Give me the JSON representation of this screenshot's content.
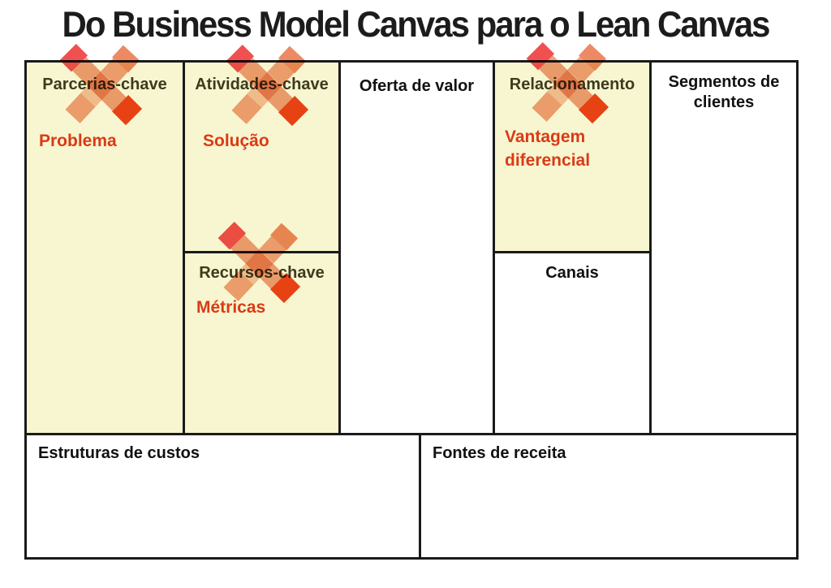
{
  "title": "Do Business Model Canvas para o Lean Canvas",
  "colors": {
    "page-bg": "#ffffff",
    "canvas-yellow": "#f8f6d0",
    "canvas-white": "#ffffff",
    "border-dark": "#1a1a1a",
    "bmc-olive": "#3c3b1e",
    "bmc-black": "#111111",
    "lean-red": "#da3a16",
    "x-salmon": "#f1a283",
    "x-salmon-light": "#f6c3a8",
    "x-orange-red": "#ee4418",
    "x-pink-red": "#f15050"
  },
  "cells": {
    "parcerias": {
      "bmc_label": "Parcerias-chave",
      "lean_label": "Problema"
    },
    "atividades": {
      "bmc_label": "Atividades-chave",
      "lean_label": "Solução"
    },
    "recursos": {
      "bmc_label": "Recursos-chave",
      "lean_label": "Métricas"
    },
    "oferta": {
      "bmc_label": "Oferta de valor"
    },
    "relacionamento": {
      "bmc_label": "Relacionamento",
      "lean_label": "Vantagem diferencial"
    },
    "canais": {
      "bmc_label": "Canais"
    },
    "segmentos": {
      "bmc_label": "Segmentos de clientes"
    },
    "custos": {
      "bmc_label": "Estruturas de custos"
    },
    "receita": {
      "bmc_label": "Fontes de receita"
    }
  }
}
